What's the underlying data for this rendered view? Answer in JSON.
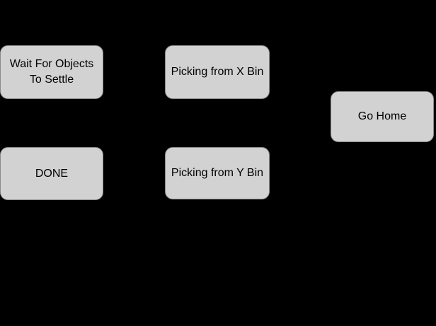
{
  "canvas": {
    "background": "#000000"
  },
  "node_style": {
    "fill": "#d2d2d2",
    "border": "#8a8a8a",
    "text_color": "#000000"
  },
  "nodes": [
    {
      "id": "wait-for-objects-to-settle",
      "label": "Wait For Objects\nTo Settle"
    },
    {
      "id": "picking-from-x-bin",
      "label": "Picking from X Bin"
    },
    {
      "id": "go-home",
      "label": "Go Home"
    },
    {
      "id": "done",
      "label": "DONE"
    },
    {
      "id": "picking-from-y-bin",
      "label": "Picking from Y Bin"
    }
  ]
}
